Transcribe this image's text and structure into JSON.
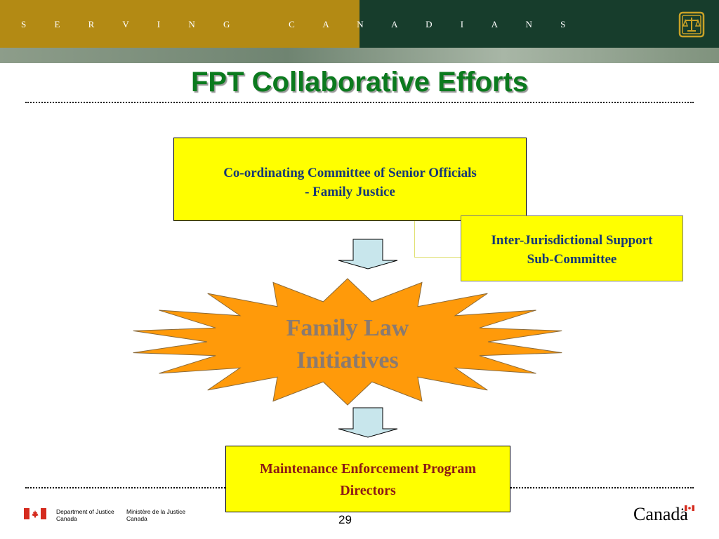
{
  "header": {
    "banner_text": "S E R V I N G   C A N A D I A N S",
    "colors": {
      "gold": "#b38a14",
      "green": "#173d2c"
    },
    "crest_icon": "scales-of-justice-icon"
  },
  "title": "FPT Collaborative Efforts",
  "diagram": {
    "committee": {
      "line1": "Co-ordinating Committee of Senior Officials",
      "line2": "- Family Justice"
    },
    "subcommittee": {
      "line1": "Inter-Jurisdictional Support",
      "line2": "Sub-Committee"
    },
    "initiatives": {
      "line1": "Family Law",
      "line2": "Initiatives"
    },
    "program": {
      "line1": "Maintenance Enforcement Program",
      "line2": "Directors"
    },
    "colors": {
      "box_fill": "#ffff00",
      "burst_fill": "#ff9a0a",
      "arrow_fill": "#c8e6ec"
    }
  },
  "footer": {
    "dept_en_line1": "Department of Justice",
    "dept_en_line2": "Canada",
    "dept_fr_line1": "Ministère de la Justice",
    "dept_fr_line2": "Canada",
    "page_number": "29",
    "wordmark": "Canadä",
    "flag_icon": "canada-flag-icon"
  }
}
